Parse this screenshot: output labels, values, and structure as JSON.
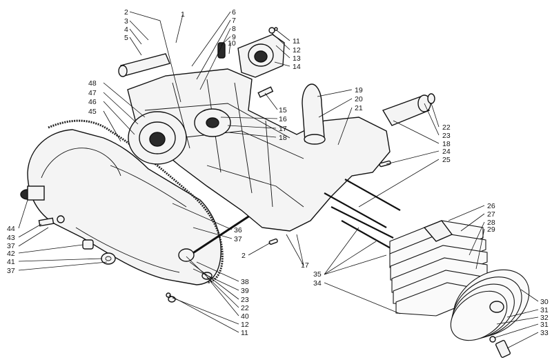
{
  "diagram": {
    "labels": [
      {
        "text": "2"
      },
      {
        "text": "3"
      },
      {
        "text": "4"
      },
      {
        "text": "5"
      },
      {
        "text": "1"
      },
      {
        "text": "6"
      },
      {
        "text": "7"
      },
      {
        "text": "8"
      },
      {
        "text": "9"
      },
      {
        "text": "10"
      },
      {
        "text": "11"
      },
      {
        "text": "12"
      },
      {
        "text": "13"
      },
      {
        "text": "14"
      },
      {
        "text": "48"
      },
      {
        "text": "47"
      },
      {
        "text": "46"
      },
      {
        "text": "45"
      },
      {
        "text": "15"
      },
      {
        "text": "16"
      },
      {
        "text": "17"
      },
      {
        "text": "18"
      },
      {
        "text": "19"
      },
      {
        "text": "20"
      },
      {
        "text": "21"
      },
      {
        "text": "22"
      },
      {
        "text": "23"
      },
      {
        "text": "18"
      },
      {
        "text": "24"
      },
      {
        "text": "25"
      },
      {
        "text": "26"
      },
      {
        "text": "27"
      },
      {
        "text": "28"
      },
      {
        "text": "29"
      },
      {
        "text": "36"
      },
      {
        "text": "37"
      },
      {
        "text": "2"
      },
      {
        "text": "17"
      },
      {
        "text": "35"
      },
      {
        "text": "34"
      },
      {
        "text": "44"
      },
      {
        "text": "43"
      },
      {
        "text": "37"
      },
      {
        "text": "42"
      },
      {
        "text": "41"
      },
      {
        "text": "37"
      },
      {
        "text": "38"
      },
      {
        "text": "39"
      },
      {
        "text": "23"
      },
      {
        "text": "22"
      },
      {
        "text": "40"
      },
      {
        "text": "12"
      },
      {
        "text": "11"
      },
      {
        "text": "30"
      },
      {
        "text": "31"
      },
      {
        "text": "32"
      },
      {
        "text": "31"
      },
      {
        "text": "33"
      }
    ]
  }
}
